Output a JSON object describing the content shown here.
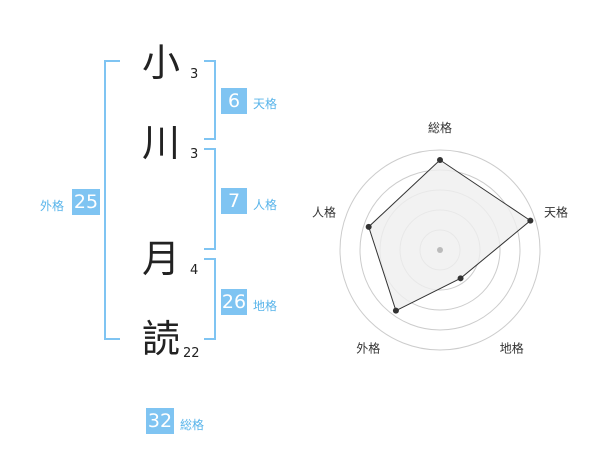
{
  "name": {
    "characters": [
      {
        "char": "小",
        "strokes": "3"
      },
      {
        "char": "川",
        "strokes": "3"
      },
      {
        "char": "月",
        "strokes": "4"
      },
      {
        "char": "読",
        "strokes": "22"
      }
    ]
  },
  "fortunes": {
    "tenkaku": {
      "value": "6",
      "label": "天格"
    },
    "jinkaku": {
      "value": "7",
      "label": "人格"
    },
    "chikaku": {
      "value": "26",
      "label": "地格"
    },
    "gaikaku": {
      "value": "25",
      "label": "外格"
    },
    "soukaku": {
      "value": "32",
      "label": "総格"
    }
  },
  "radar": {
    "axes": [
      "総格",
      "天格",
      "地格",
      "外格",
      "人格"
    ],
    "values": [
      0.9,
      0.95,
      0.35,
      0.75,
      0.75
    ],
    "max": 1,
    "rings": 5,
    "colors": {
      "fill": "#efefef",
      "line": "#333333",
      "ring": "#cccccc",
      "center": "#bbbbbb"
    }
  }
}
